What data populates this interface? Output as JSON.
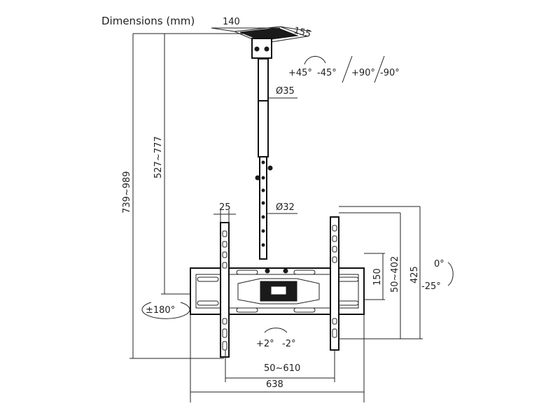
{
  "title": "Dimensions (mm)",
  "dims": {
    "plate_width": "140",
    "plate_depth": "155",
    "pole_diameter_upper": "Ø35",
    "pole_diameter_lower": "Ø32",
    "drop_height": "527~777",
    "total_height": "739~989",
    "arm_width": "25",
    "vesa_vertical": "150",
    "arm_height_range": "50~402",
    "arm_height_max": "425",
    "vesa_horizontal": "50~610",
    "frame_width": "638"
  },
  "rotations": {
    "swivel_left": "+45°",
    "swivel_right": "-45°",
    "portrait_plus": "+90°",
    "portrait_minus": "-90°",
    "rotate": "±180°",
    "level_plus": "+2°",
    "level_minus": "-2°",
    "tilt_zero": "0°",
    "tilt_down": "-25°"
  }
}
